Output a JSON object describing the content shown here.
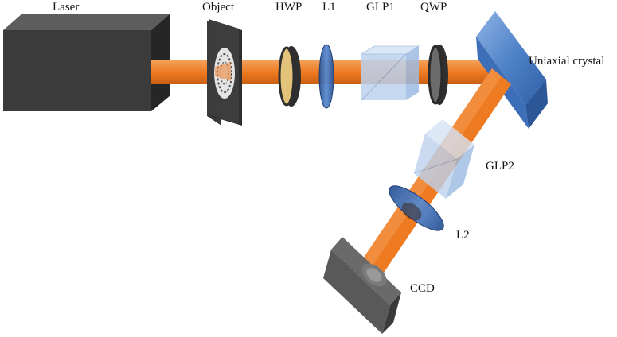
{
  "labels": {
    "laser": "Laser",
    "object": "Object",
    "hwp": "HWP",
    "l1": "L1",
    "glp1": "GLP1",
    "qwp": "QWP",
    "crystal": "Uniaxial crystal",
    "glp2": "GLP2",
    "l2": "L2",
    "ccd": "CCD"
  },
  "colors": {
    "beam": "#f07d2c",
    "box_front": "#3a3a3a",
    "lens_blue": "#4f7fc0",
    "crystal_blue": "#5d8fd0",
    "prism_blue": "#b9d0ee",
    "waveplate_dark": "#2f2f2f",
    "hwp_face": "#e3c37a"
  },
  "icons": {
    "laser": "laser-box-icon",
    "object": "object-target-icon",
    "ccd": "ccd-camera-icon"
  }
}
